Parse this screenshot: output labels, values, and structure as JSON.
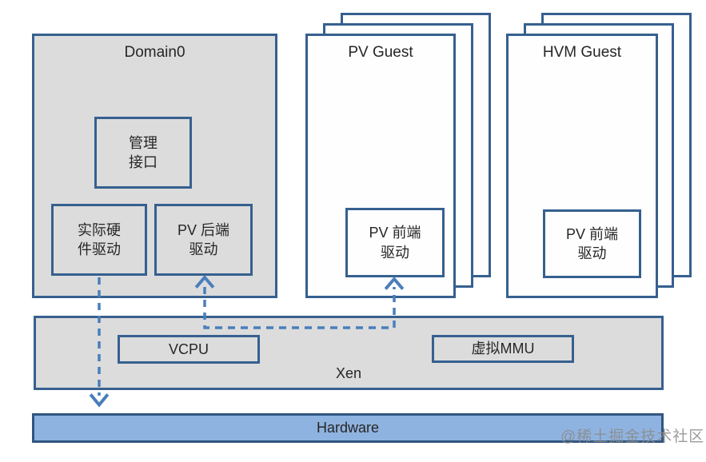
{
  "colors": {
    "line": "#36608f",
    "line-dark": "#31557f",
    "arrow": "#4a7ebb",
    "panel": "#dcdcdc",
    "panel-white": "#fefefe",
    "hardware": "#8fb3e0",
    "text": "#262626",
    "watermark": "#8a8a8a"
  },
  "domain0": {
    "title": "Domain0",
    "management_interface": "管理\n接口",
    "hardware_driver": "实际硬\n件驱动",
    "pv_backend_driver": "PV 后端\n驱动"
  },
  "pv_guest": {
    "title": "PV Guest",
    "pv_frontend_driver": "PV 前端\n驱动"
  },
  "hvm_guest": {
    "title": "HVM Guest",
    "pv_frontend_driver": "PV 前端\n驱动"
  },
  "xen": {
    "title": "Xen",
    "vcpu": "VCPU",
    "virtual_mmu": "虚拟MMU"
  },
  "hardware": {
    "title": "Hardware"
  },
  "watermark": "@稀土掘金技术社区"
}
